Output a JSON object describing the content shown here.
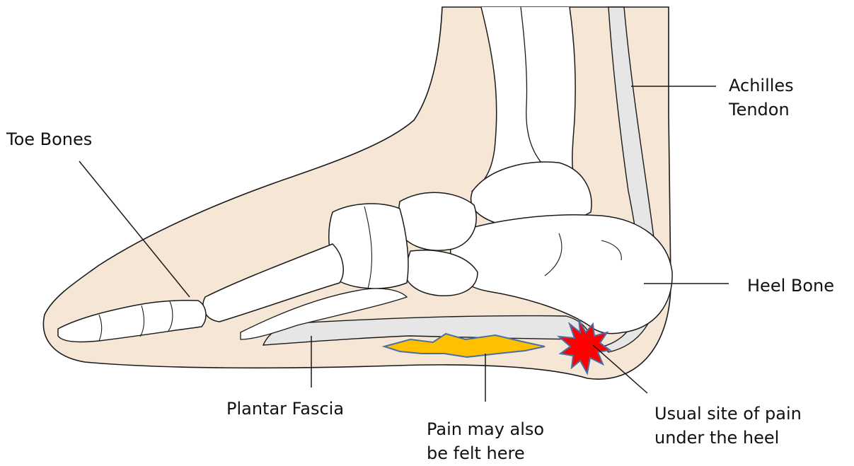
{
  "diagram": {
    "labels": {
      "achilles_line1": "Achilles",
      "achilles_line2": "Tendon",
      "toe_bones": "Toe Bones",
      "heel_bone": "Heel Bone",
      "plantar_fascia": "Plantar Fascia",
      "pain_also_line1": "Pain may also",
      "pain_also_line2": "be felt here",
      "usual_site_line1": "Usual site of pain",
      "usual_site_line2": "under the heel"
    }
  },
  "colors": {
    "skin": "#f5e6d6",
    "bone_fill": "#ffffff",
    "outline": "#1a1a1a",
    "tendon_fascia": "#e6e6e6",
    "pain_secondary": "#ffc000",
    "pain_primary": "#ff0000",
    "pain_star_outline": "#4a6fa5"
  }
}
